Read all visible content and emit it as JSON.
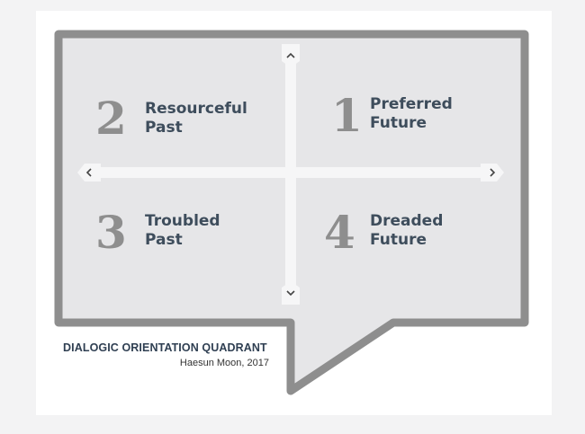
{
  "quadrants": [
    {
      "number": "2",
      "line1": "Resourceful",
      "line2": "Past"
    },
    {
      "number": "1",
      "line1": "Preferred",
      "line2": "Future"
    },
    {
      "number": "3",
      "line1": "Troubled",
      "line2": "Past"
    },
    {
      "number": "4",
      "line1": "Dreaded",
      "line2": "Future"
    }
  ],
  "caption": {
    "title": "DIALOGIC ORIENTATION QUADRANT",
    "credit": "Haesun Moon, 2017"
  },
  "colors": {
    "bubble_border": "#8e8e8e",
    "bubble_fill": "#e6e6e8",
    "axis": "#f6f6f7",
    "number": "#8e8e8e",
    "label": "#3e4d5c"
  }
}
